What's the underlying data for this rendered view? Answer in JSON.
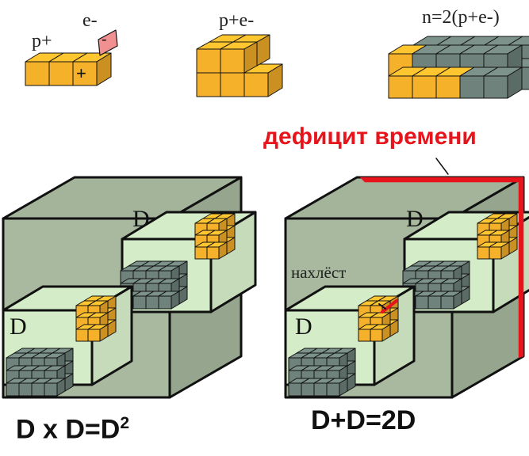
{
  "top_row": {
    "proton_label": "p+",
    "electron_label": "e-",
    "minus_sign": "-",
    "plus_sign": "+",
    "pair_label": "p+e-",
    "neutron_label": "n=2(p+e-)"
  },
  "left_figure": {
    "inner_label_upper": "D",
    "inner_label_lower": "D",
    "caption_base": "D x D=D",
    "caption_power": "2"
  },
  "right_figure": {
    "inner_label_upper": "D",
    "inner_label_lower": "D",
    "overlap_label": "нахлёст",
    "deficit_label": "дефицит времени",
    "caption": "D+D=2D"
  },
  "colors": {
    "orange": "#f6b12a",
    "gray": "#6f827c",
    "outer_cube": "#a3b49a",
    "inner_cube": "#d4ecc8",
    "pink": "#f09090",
    "red": "#e8141c"
  }
}
